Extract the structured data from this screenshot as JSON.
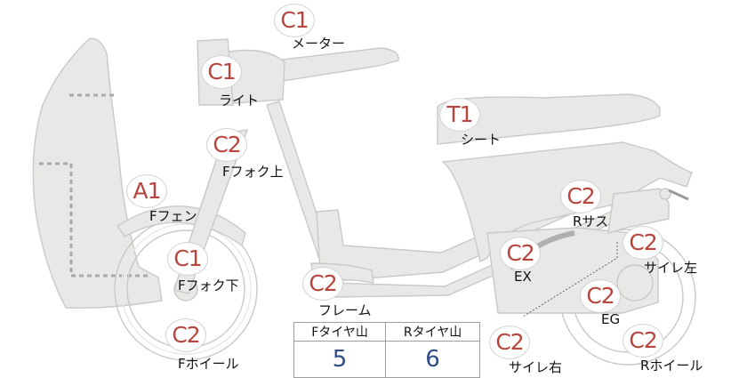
{
  "parts": {
    "meter": {
      "code": "C1",
      "label": "メーター"
    },
    "light": {
      "code": "C1",
      "label": "ライト"
    },
    "fork_upper": {
      "code": "C2",
      "label": "Fフォク上"
    },
    "fender": {
      "code": "A1",
      "label": "Fフェン"
    },
    "fork_lower": {
      "code": "C1",
      "label": "Fフォク下"
    },
    "wheel_f": {
      "code": "C2",
      "label": "Fホイール"
    },
    "frame": {
      "code": "C2",
      "label": "フレーム"
    },
    "seat": {
      "code": "T1",
      "label": "シート"
    },
    "rsus": {
      "code": "C2",
      "label": "Rサス"
    },
    "ex": {
      "code": "C2",
      "label": "EX"
    },
    "eg": {
      "code": "C2",
      "label": "EG"
    },
    "side_l": {
      "code": "C2",
      "label": "サイレ左"
    },
    "side_r": {
      "code": "C2",
      "label": "サイレ右"
    },
    "wheel_r": {
      "code": "C2",
      "label": "Rホイール"
    }
  },
  "tires": {
    "front_header": "Fタイヤ山",
    "rear_header": "Rタイヤ山",
    "front_value": "5",
    "rear_value": "6"
  },
  "colors": {
    "code": "#b8463e",
    "value": "#2e4d86"
  }
}
